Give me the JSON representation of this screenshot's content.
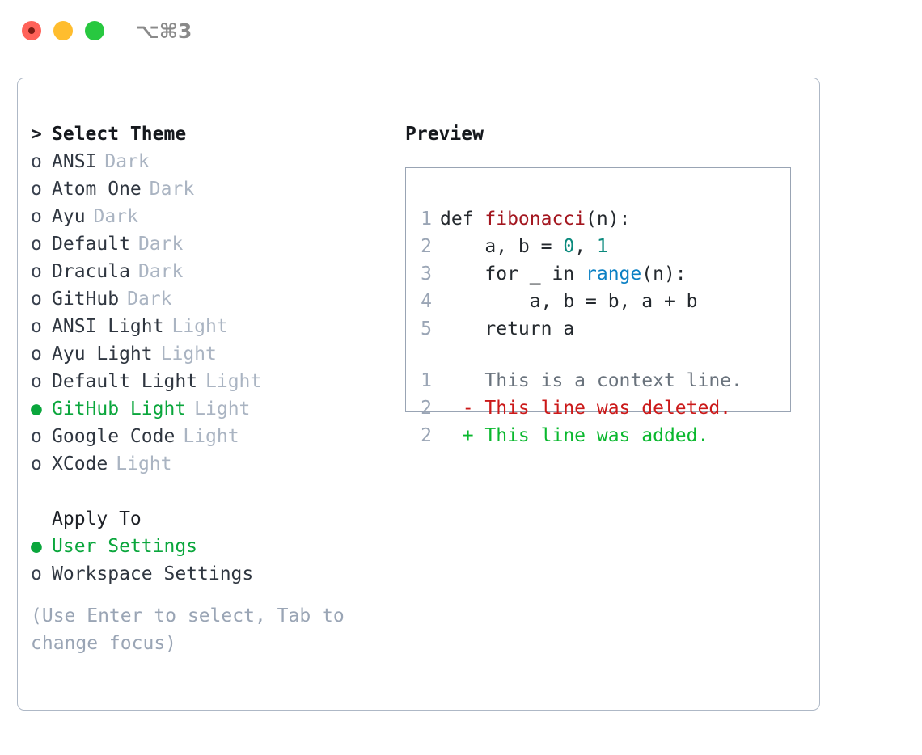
{
  "titlebar": {
    "shortcut": "⌥⌘3",
    "buttons": {
      "close": "close",
      "minimize": "minimize",
      "maximize": "maximize"
    }
  },
  "colors": {
    "accent_green": "#0aa63c",
    "muted": "#aab4c2",
    "hint": "#9aa5b5",
    "text": "#2f3640",
    "border": "#aeb8c6",
    "preview_border": "#99a4b4",
    "syntax_function": "#a3161f",
    "syntax_number": "#0b8a7d",
    "syntax_call": "#0b80c4",
    "diff_add": "#0ab82e",
    "diff_del": "#cb1919",
    "diff_ctx": "#6a737d"
  },
  "theme_picker": {
    "caret": ">",
    "title": "Select Theme",
    "marker_unselected": "o",
    "marker_selected": "●",
    "items": [
      {
        "label": "ANSI",
        "category": "Dark",
        "selected": false
      },
      {
        "label": "Atom One",
        "category": "Dark",
        "selected": false
      },
      {
        "label": "Ayu",
        "category": "Dark",
        "selected": false
      },
      {
        "label": "Default",
        "category": "Dark",
        "selected": false
      },
      {
        "label": "Dracula",
        "category": "Dark",
        "selected": false
      },
      {
        "label": "GitHub",
        "category": "Dark",
        "selected": false
      },
      {
        "label": "ANSI Light",
        "category": "Light",
        "selected": false
      },
      {
        "label": "Ayu Light",
        "category": "Light",
        "selected": false
      },
      {
        "label": "Default Light",
        "category": "Light",
        "selected": false
      },
      {
        "label": "GitHub Light",
        "category": "Light",
        "selected": true
      },
      {
        "label": "Google Code",
        "category": "Light",
        "selected": false
      },
      {
        "label": "XCode",
        "category": "Light",
        "selected": false
      }
    ]
  },
  "apply_to": {
    "title": "Apply To",
    "options": [
      {
        "label": "User Settings",
        "selected": true
      },
      {
        "label": "Workspace Settings",
        "selected": false
      }
    ]
  },
  "hint": "(Use Enter to select, Tab to change focus)",
  "preview": {
    "title": "Preview",
    "code_lines": [
      {
        "no": "1",
        "indent": "",
        "tokens": [
          {
            "t": "def ",
            "c": "kw"
          },
          {
            "t": "fibonacci",
            "c": "fn"
          },
          {
            "t": "(n):",
            "c": "plain"
          }
        ]
      },
      {
        "no": "2",
        "indent": "    ",
        "tokens": [
          {
            "t": "a, b = ",
            "c": "plain"
          },
          {
            "t": "0",
            "c": "num"
          },
          {
            "t": ", ",
            "c": "plain"
          },
          {
            "t": "1",
            "c": "num"
          }
        ]
      },
      {
        "no": "3",
        "indent": "    ",
        "tokens": [
          {
            "t": "for _ in ",
            "c": "kw"
          },
          {
            "t": "range",
            "c": "call"
          },
          {
            "t": "(n):",
            "c": "plain"
          }
        ]
      },
      {
        "no": "4",
        "indent": "        ",
        "tokens": [
          {
            "t": "a, b = b, a + b",
            "c": "plain"
          }
        ]
      },
      {
        "no": "5",
        "indent": "    ",
        "tokens": [
          {
            "t": "return a",
            "c": "kw"
          }
        ]
      }
    ],
    "diff_lines": [
      {
        "no": "1",
        "sign": " ",
        "text": "This is a context line.",
        "kind": "ctx"
      },
      {
        "no": "2",
        "sign": "-",
        "text": "This line was deleted.",
        "kind": "del"
      },
      {
        "no": "2",
        "sign": "+",
        "text": "This line was added.",
        "kind": "add"
      }
    ]
  }
}
